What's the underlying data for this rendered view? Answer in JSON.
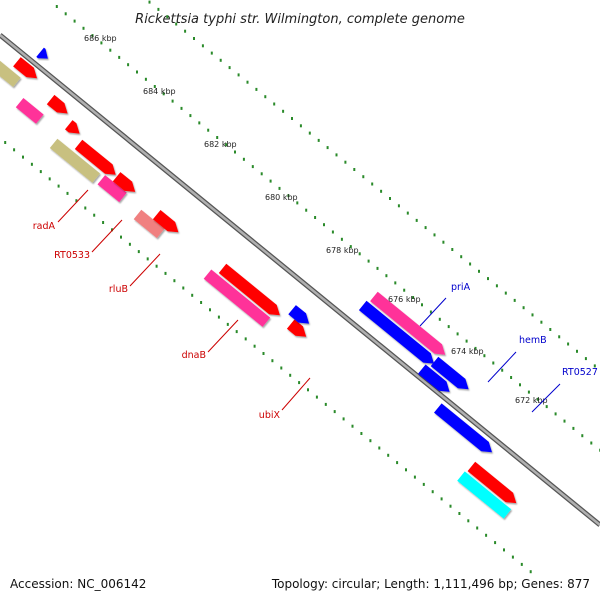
{
  "title": "Rickettsia typhi str. Wilmington, complete genome",
  "footer": {
    "accession": "Accession: NC_006142",
    "summary": "Topology: circular; Length: 1,111,496 bp; Genes: 877"
  },
  "colors": {
    "backbone": "#8a8a8a",
    "tick_dots": "#2a8a2a",
    "forward_label": "#0000cc",
    "reverse_label": "#cc0000",
    "red": "#ff0000",
    "pink": "#ff3399",
    "salmon": "#f08080",
    "olive": "#c8c080",
    "blue": "#0000ff",
    "cyan": "#00ffff"
  },
  "scale_labels": [
    "686 kbp",
    "684 kbp",
    "682 kbp",
    "680 kbp",
    "678 kbp",
    "676 kbp",
    "674 kbp",
    "672 kbp"
  ],
  "labels": [
    {
      "text": "priA",
      "color": "blue"
    },
    {
      "text": "hemB",
      "color": "blue"
    },
    {
      "text": "RT0527",
      "color": "blue"
    },
    {
      "text": "radA",
      "color": "red"
    },
    {
      "text": "RT0533",
      "color": "red"
    },
    {
      "text": "rluB",
      "color": "red"
    },
    {
      "text": "dnaB",
      "color": "red"
    },
    {
      "text": "ubiX",
      "color": "red"
    }
  ]
}
